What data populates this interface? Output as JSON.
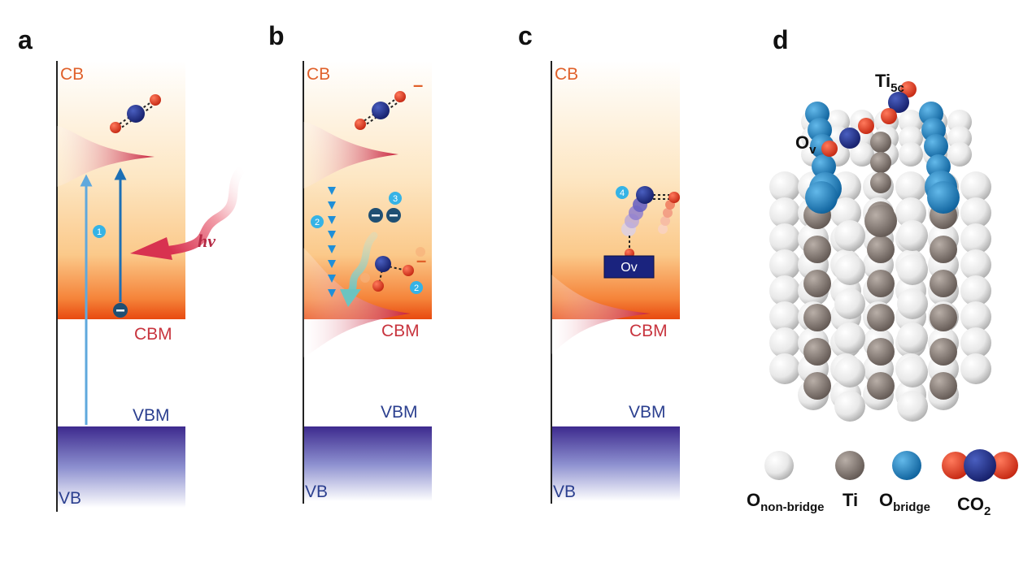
{
  "panels": {
    "a": {
      "label": "a",
      "cb": "CB",
      "cbm": "CBM",
      "vbm": "VBM",
      "vb": "VB",
      "step": "1",
      "photon": "hv"
    },
    "b": {
      "label": "b",
      "cb": "CB",
      "cbm": "CBM",
      "vbm": "VBM",
      "vb": "VB",
      "charge_top": "–",
      "charge_mid": "–",
      "step_arrows": "2",
      "step_electrons": "3",
      "step_molecule": "2"
    },
    "c": {
      "label": "c",
      "cb": "CB",
      "cbm": "CBM",
      "vbm": "VBM",
      "vb": "VB",
      "step": "4",
      "defect": "Ov"
    },
    "d": {
      "label": "d",
      "ti5c": "Ti",
      "ti5c_sub": "5c",
      "ov": "O",
      "ov_sub": "v"
    }
  },
  "legend": {
    "o_nonbridge": "O",
    "o_nonbridge_sub": "non-bridge",
    "ti": "Ti",
    "o_bridge": "O",
    "o_bridge_sub": "bridge",
    "co2": "CO",
    "co2_sub": "2"
  },
  "colors": {
    "cb_text": "#e0602a",
    "cbm_text": "#c8343e",
    "vb_text": "#2b3f8f",
    "carbon": "#1b2b8a",
    "oxygen": "#e03a2a",
    "electron": "#1f4f73",
    "step_badge": "#35b3e6",
    "ti_atom": "#8a7f78",
    "o_nonbridge_atom": "#eeeeee",
    "o_bridge_atom": "#1e7fc0"
  }
}
